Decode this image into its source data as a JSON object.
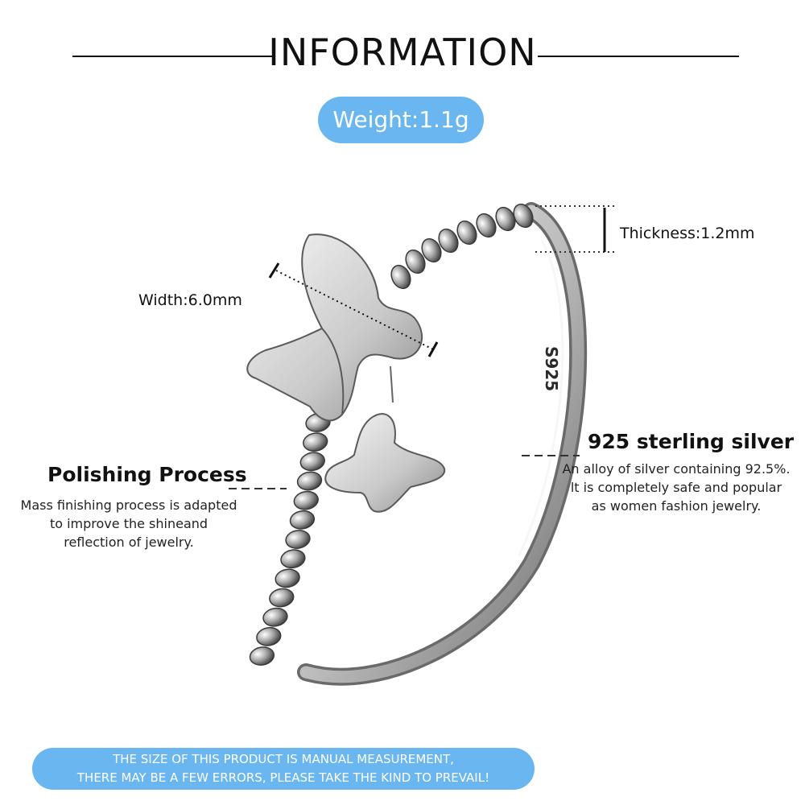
{
  "header": {
    "title": "INFORMATION"
  },
  "weight": {
    "label": "Weight:1.1g"
  },
  "dimensions": {
    "thickness": "Thickness:1.2mm",
    "width": "Width:6.0mm"
  },
  "stamp": {
    "text": "S925"
  },
  "features": {
    "polishing": {
      "heading": "Polishing Process",
      "lines": [
        "Mass finishing process is adapted",
        "to improve the shineand",
        "reflection of jewelry."
      ]
    },
    "silver": {
      "heading": "925 sterling silver",
      "lines": [
        "An alloy of silver containing 92.5%.",
        "lt is completely safe and popular",
        "as women fashion jewelry."
      ]
    }
  },
  "footer": {
    "lines": [
      "THE SIZE OF THIS PRODUCT IS MANUAL MEASUREMENT,",
      "THERE MAY BE A FEW ERRORS, PLEASE TAKE THE KIND TO PREVAIL!"
    ]
  },
  "colors": {
    "accent": "#6ab6f0",
    "text": "#111111",
    "silver": "#c8c8c8"
  },
  "images": {
    "product": "butterfly-ring-photo"
  }
}
